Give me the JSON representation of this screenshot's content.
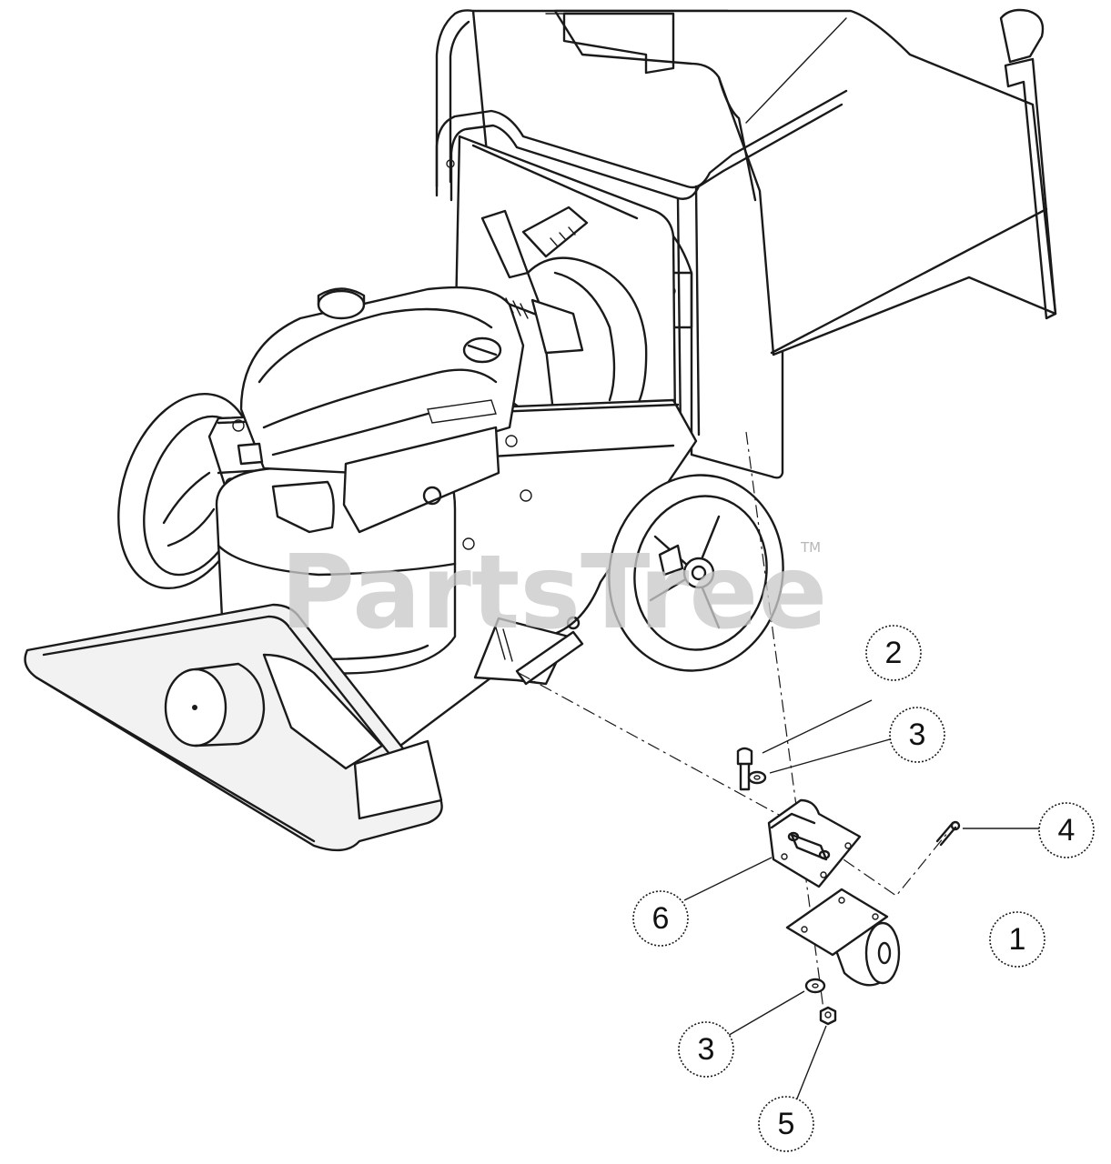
{
  "watermark": {
    "text": "PartsTree",
    "trademark": "TM"
  },
  "callouts": [
    {
      "label": "2",
      "name": "hex-bolt"
    },
    {
      "label": "3",
      "name": "washer-upper"
    },
    {
      "label": "4",
      "name": "cotter-pin"
    },
    {
      "label": "6",
      "name": "caster-bracket"
    },
    {
      "label": "1",
      "name": "caster-wheel-assembly"
    },
    {
      "label": "3",
      "name": "washer-lower"
    },
    {
      "label": "5",
      "name": "lock-nut"
    }
  ]
}
